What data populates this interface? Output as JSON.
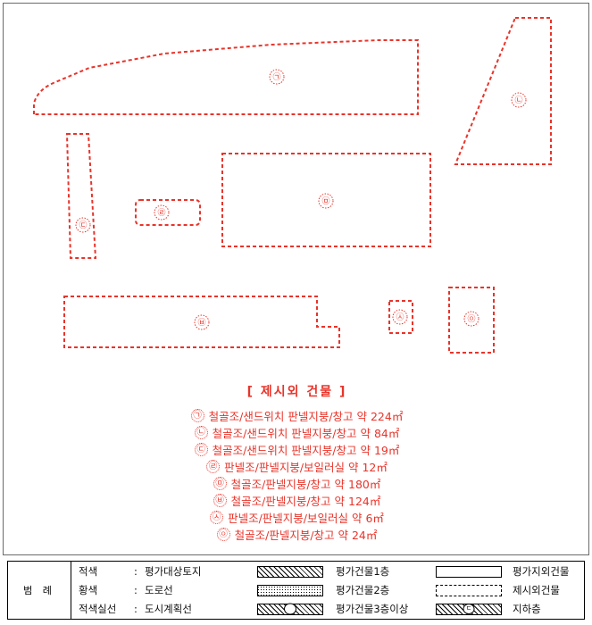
{
  "plan": {
    "title": "[ 제시외 건물 ]",
    "buildings": [
      {
        "mark": "㉠",
        "text": "철골조/샌드위치 판넬지붕/창고 약 224㎡"
      },
      {
        "mark": "㉡",
        "text": "철골조/샌드위치 판넬지붕/창고 약 84㎡"
      },
      {
        "mark": "㉢",
        "text": "철골조/샌드위치 판넬지붕/창고 약 19㎡"
      },
      {
        "mark": "㉣",
        "text": "판넬조/판넬지붕/보일러실 약 12㎡"
      },
      {
        "mark": "㉤",
        "text": "철골조/판넬지붕/창고 약 180㎡"
      },
      {
        "mark": "㉥",
        "text": "철골조/판넬지붕/창고 약 124㎡"
      },
      {
        "mark": "㉦",
        "text": "판넬조/판넬지붕/보일러실 약 6㎡"
      },
      {
        "mark": "㉧",
        "text": "철골조/판넬지붕/창고 약 24㎡"
      }
    ],
    "shape_labels": {
      "a": "㉠",
      "b": "㉡",
      "c": "㉢",
      "d": "㉣",
      "e": "㉤",
      "f": "㉥",
      "g": "㉦",
      "h": "㉧"
    },
    "outline_color": "#e8342a"
  },
  "legend": {
    "title": "범 례",
    "color_rows": [
      {
        "key": "적색",
        "colon": ":",
        "value": "평가대상토지"
      },
      {
        "key": "황색",
        "colon": ":",
        "value": "도로선"
      },
      {
        "key": "적색실선",
        "colon": ":",
        "value": "도시계획선"
      }
    ],
    "pattern_rows": [
      {
        "pattern": "hatch",
        "label": "평가건물1층"
      },
      {
        "pattern": "dots",
        "label": "평가건물2층"
      },
      {
        "pattern": "hatch-circle",
        "label": "평가건물3층이상"
      }
    ],
    "outline_rows": [
      {
        "pattern": "solid-box",
        "label": "평가지외건물"
      },
      {
        "pattern": "dashed-box",
        "label": "제시외건물"
      },
      {
        "pattern": "hatch-circle-small",
        "label": "지하층",
        "circle_text": "ㄷ"
      }
    ]
  }
}
